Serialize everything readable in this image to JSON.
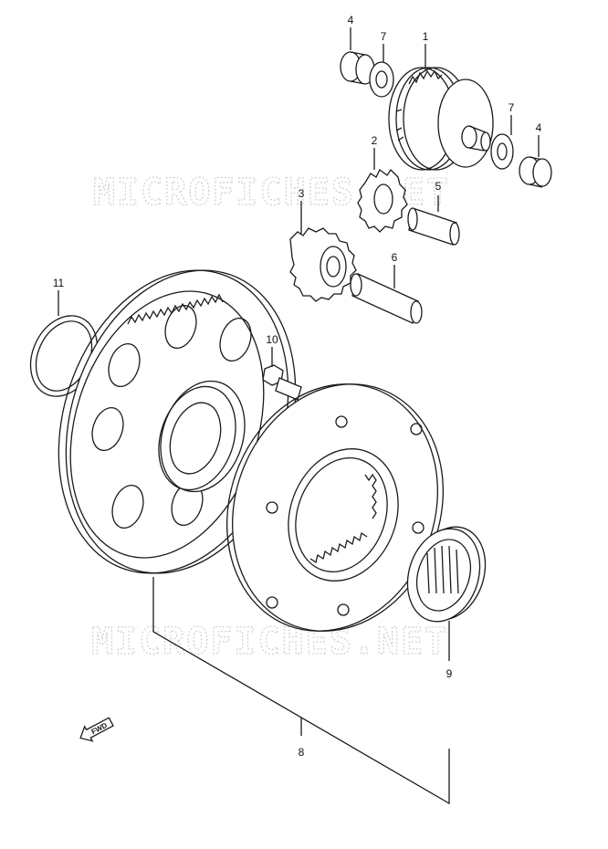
{
  "watermark": {
    "text_top": "MICROFICHES.NET",
    "text_bottom": "MICROFICHES.NET"
  },
  "callouts": {
    "p1": "1",
    "p2": "2",
    "p3": "3",
    "p4a": "4",
    "p4b": "4",
    "p5": "5",
    "p6": "6",
    "p7a": "7",
    "p7b": "7",
    "p8": "8",
    "p9": "9",
    "p10": "10",
    "p11": "11"
  },
  "direction_marker": {
    "text": "FWD",
    "icon": "arrow-left-icon"
  }
}
